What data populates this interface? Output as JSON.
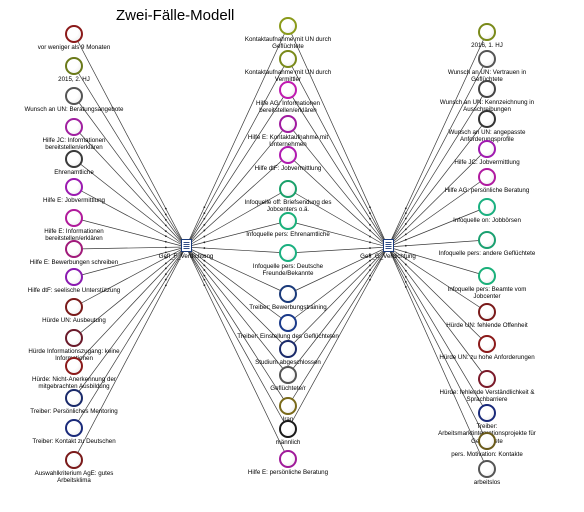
{
  "title": "Zwei-Fälle-Modell",
  "hubs": [
    {
      "id": "F",
      "label": "Gefl_F_Verdichtung"
    },
    {
      "id": "G",
      "label": "Gefl_G_Verdichtung"
    }
  ],
  "nodes": [
    {
      "id": "l0",
      "label": "vor weniger als 9 Monaten",
      "color": "#8b1a1a"
    },
    {
      "id": "l1",
      "label": "2015, 2. HJ",
      "color": "#6b7a1a"
    },
    {
      "id": "l2",
      "label": "Wunsch an UN: Beratungsangebote",
      "color": "#555555"
    },
    {
      "id": "l3",
      "label": "Hilfe JC: Informationen\nbereitstellen/erklären",
      "color": "#a020a0"
    },
    {
      "id": "l4",
      "label": "Ehrenamtliche",
      "color": "#3a3a3a"
    },
    {
      "id": "l5",
      "label": "Hilfe E: Jobvermittlung",
      "color": "#9b1ab0"
    },
    {
      "id": "l6",
      "label": "Hilfe E: Informationen\nbereitstellen/erklären",
      "color": "#b01a9b"
    },
    {
      "id": "l7",
      "label": "Hilfe E: Bewerbungen schreiben",
      "color": "#a01a7a"
    },
    {
      "id": "l8",
      "label": "Hilfe dtF: seelische Unterstützung",
      "color": "#8a1ab0"
    },
    {
      "id": "l9",
      "label": "Hürde UN: Ausbeutung",
      "color": "#7a1a1a"
    },
    {
      "id": "l10",
      "label": "Hürde Informationszugang: keine\nInformationen",
      "color": "#6a1a2a"
    },
    {
      "id": "l11",
      "label": "Hürde: Nicht-Anerkennung der\nmitgebrachten Ausbildung",
      "color": "#8b1a1a"
    },
    {
      "id": "l12",
      "label": "Treiber: Persönliches Mentoring",
      "color": "#1a2a6a"
    },
    {
      "id": "l13",
      "label": "Treiber: Kontakt zu Deutschen",
      "color": "#1a2a7a"
    },
    {
      "id": "l14",
      "label": "Auswahlkriterium AgE: gutes\nArbeitsklima",
      "color": "#7a1a1a"
    },
    {
      "id": "c0",
      "label": "Kontaktaufnahme mit UN durch\nGeflüchtete",
      "color": "#8a9a1a"
    },
    {
      "id": "c1",
      "label": "Kontaktaufnahme mit UN durch\nVermittler",
      "color": "#7a8a1a"
    },
    {
      "id": "c2",
      "label": "Hilfe AG: Informationen\nbereitstellen/erklären",
      "color": "#c01ab0"
    },
    {
      "id": "c3",
      "label": "Hilfe E: Kontaktaufnahme mit\nUnternehmen",
      "color": "#a01aa0"
    },
    {
      "id": "c4",
      "label": "Hilfe dtF: Jobvermittlung",
      "color": "#b01ab0"
    },
    {
      "id": "c5",
      "label": "Infoquelle off: Briefsendung des\nJobcenters o.ä.",
      "color": "#1aa06a"
    },
    {
      "id": "c6",
      "label": "Infoquelle pers: Ehrenamtliche",
      "color": "#1ab07a"
    },
    {
      "id": "c7",
      "label": "Infoquelle pers: Deutsche\nFreunde/Bekannte",
      "color": "#1ab080"
    },
    {
      "id": "c8",
      "label": "Treiber: Bewerbungstraining",
      "color": "#1a3a7a"
    },
    {
      "id": "c9",
      "label": "Treiber: Einstellung des Geflüchteten",
      "color": "#1a3a8a"
    },
    {
      "id": "c10",
      "label": "Studium abgeschlossen",
      "color": "#1a2a6a"
    },
    {
      "id": "c11",
      "label": "Geflüchtete/r",
      "color": "#555555"
    },
    {
      "id": "c12",
      "label": "Iran",
      "color": "#7a6a1a"
    },
    {
      "id": "c13",
      "label": "männlich",
      "color": "#1a1a1a"
    },
    {
      "id": "c14",
      "label": "Hilfe E: persönliche Beratung",
      "color": "#a01a9a"
    },
    {
      "id": "r0",
      "label": "2016, 1. HJ",
      "color": "#7a8a1a"
    },
    {
      "id": "r1",
      "label": "Wunsch an UN: Vertrauen in\nGeflüchtete",
      "color": "#555555"
    },
    {
      "id": "r2",
      "label": "Wunsch an UN: Kennzeichnung in\nAusschreibungen",
      "color": "#444444"
    },
    {
      "id": "r3",
      "label": "Wunsch an UN: angepasste\nAnforderungsprofile",
      "color": "#333333"
    },
    {
      "id": "r4",
      "label": "Hilfe JC: Jobvermittlung",
      "color": "#a01ab0"
    },
    {
      "id": "r5",
      "label": "Hilfe AG: persönliche Beratung",
      "color": "#b01aa0"
    },
    {
      "id": "r6",
      "label": "Infoquelle on: Jobbörsen",
      "color": "#1ab080"
    },
    {
      "id": "r7",
      "label": "Infoquelle pers: andere Geflüchtete",
      "color": "#1aa070"
    },
    {
      "id": "r8",
      "label": "Infoquelle pers: Beamte vom\nJobcenter",
      "color": "#1ab07a"
    },
    {
      "id": "r9",
      "label": "Hürde UN: fehlende Offenheit",
      "color": "#7a1a1a"
    },
    {
      "id": "r10",
      "label": "Hürde UN: zu hohe Anforderungen",
      "color": "#8b1a1a"
    },
    {
      "id": "r11",
      "label": "Hürde: fehlende Verständlichkeit &\nSprachbarriere",
      "color": "#7a1a2a"
    },
    {
      "id": "r12",
      "label": "Treiber:\nArbeitsmarktintegrationsprojekte für\nGeflüchtete",
      "color": "#1a2a7a"
    },
    {
      "id": "r13",
      "label": "pers. Motivation: Kontakte",
      "color": "#6a5a1a"
    },
    {
      "id": "r14",
      "label": "arbeitslos",
      "color": "#555555"
    }
  ]
}
